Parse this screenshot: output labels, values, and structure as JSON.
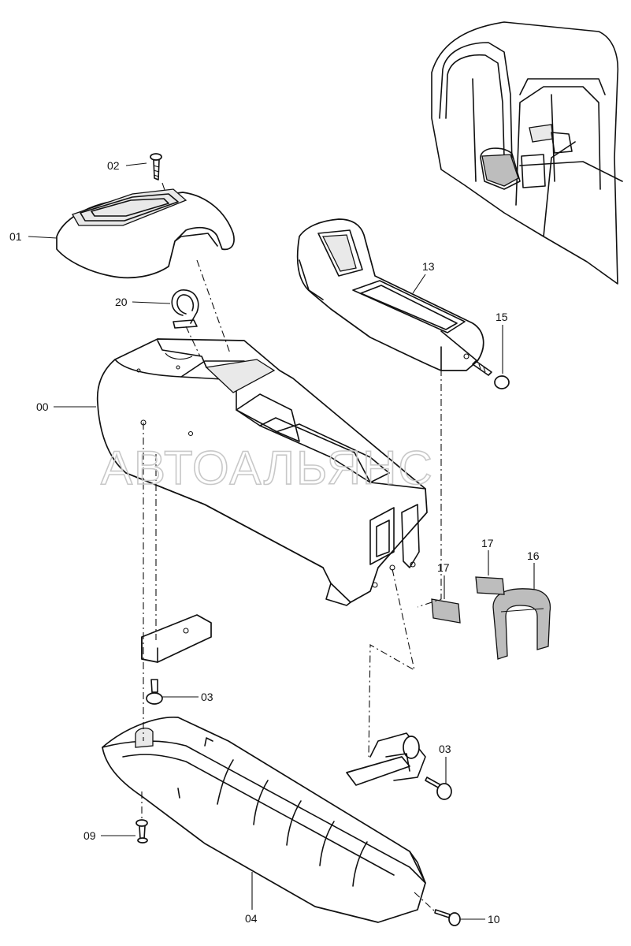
{
  "watermark": "АВТОАЛЬЯНС",
  "callouts": {
    "c01": "01",
    "c02": "02",
    "c20": "20",
    "c00": "00",
    "c13": "13",
    "c15": "15",
    "c17a": "17",
    "c17b": "17",
    "c16": "16",
    "c03a": "03",
    "c03b": "03",
    "c09": "09",
    "c04": "04",
    "c10": "10"
  }
}
